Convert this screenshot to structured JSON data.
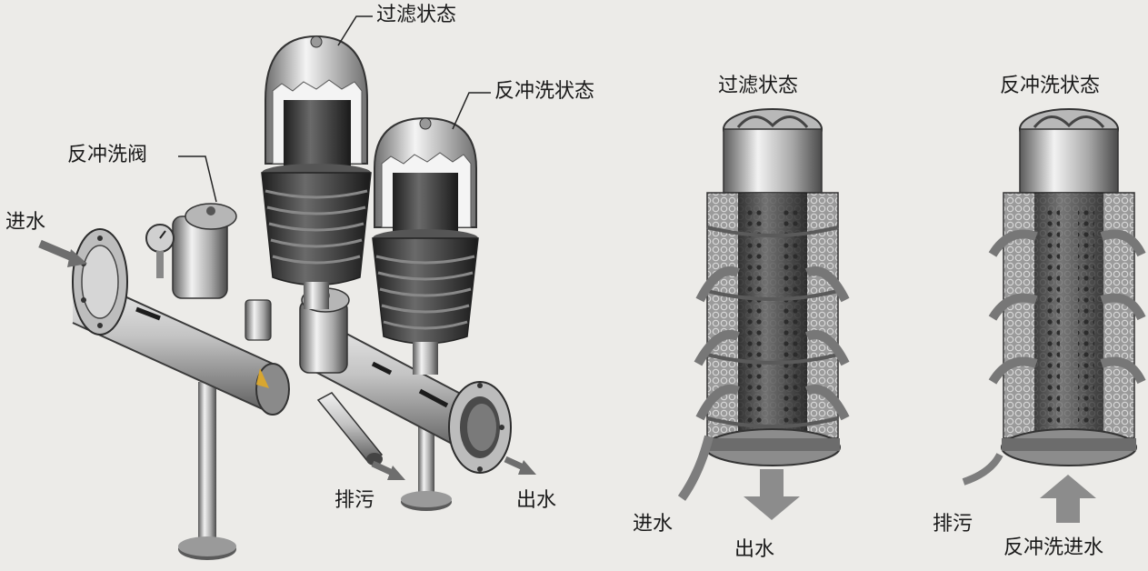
{
  "labels": {
    "filter_state": "过滤状态",
    "backwash_state": "反冲洗状态",
    "backwash_valve": "反冲洗阀",
    "inlet": "进水",
    "drain": "排污",
    "outlet": "出水",
    "filter_state_panel": "过滤状态",
    "backwash_state_panel": "反冲洗状态",
    "inlet_panel": "进水",
    "outlet_panel": "出水",
    "drain_panel": "排污",
    "backwash_inlet_panel": "反冲洗进水"
  },
  "colors": {
    "background": "#ecebe8",
    "metal_light": "#e6e6e6",
    "metal_mid": "#9c9c9c",
    "metal_dark": "#3c3c3c",
    "arrow_gray": "#7d7d7d",
    "accent_yellow": "#d8a630"
  }
}
